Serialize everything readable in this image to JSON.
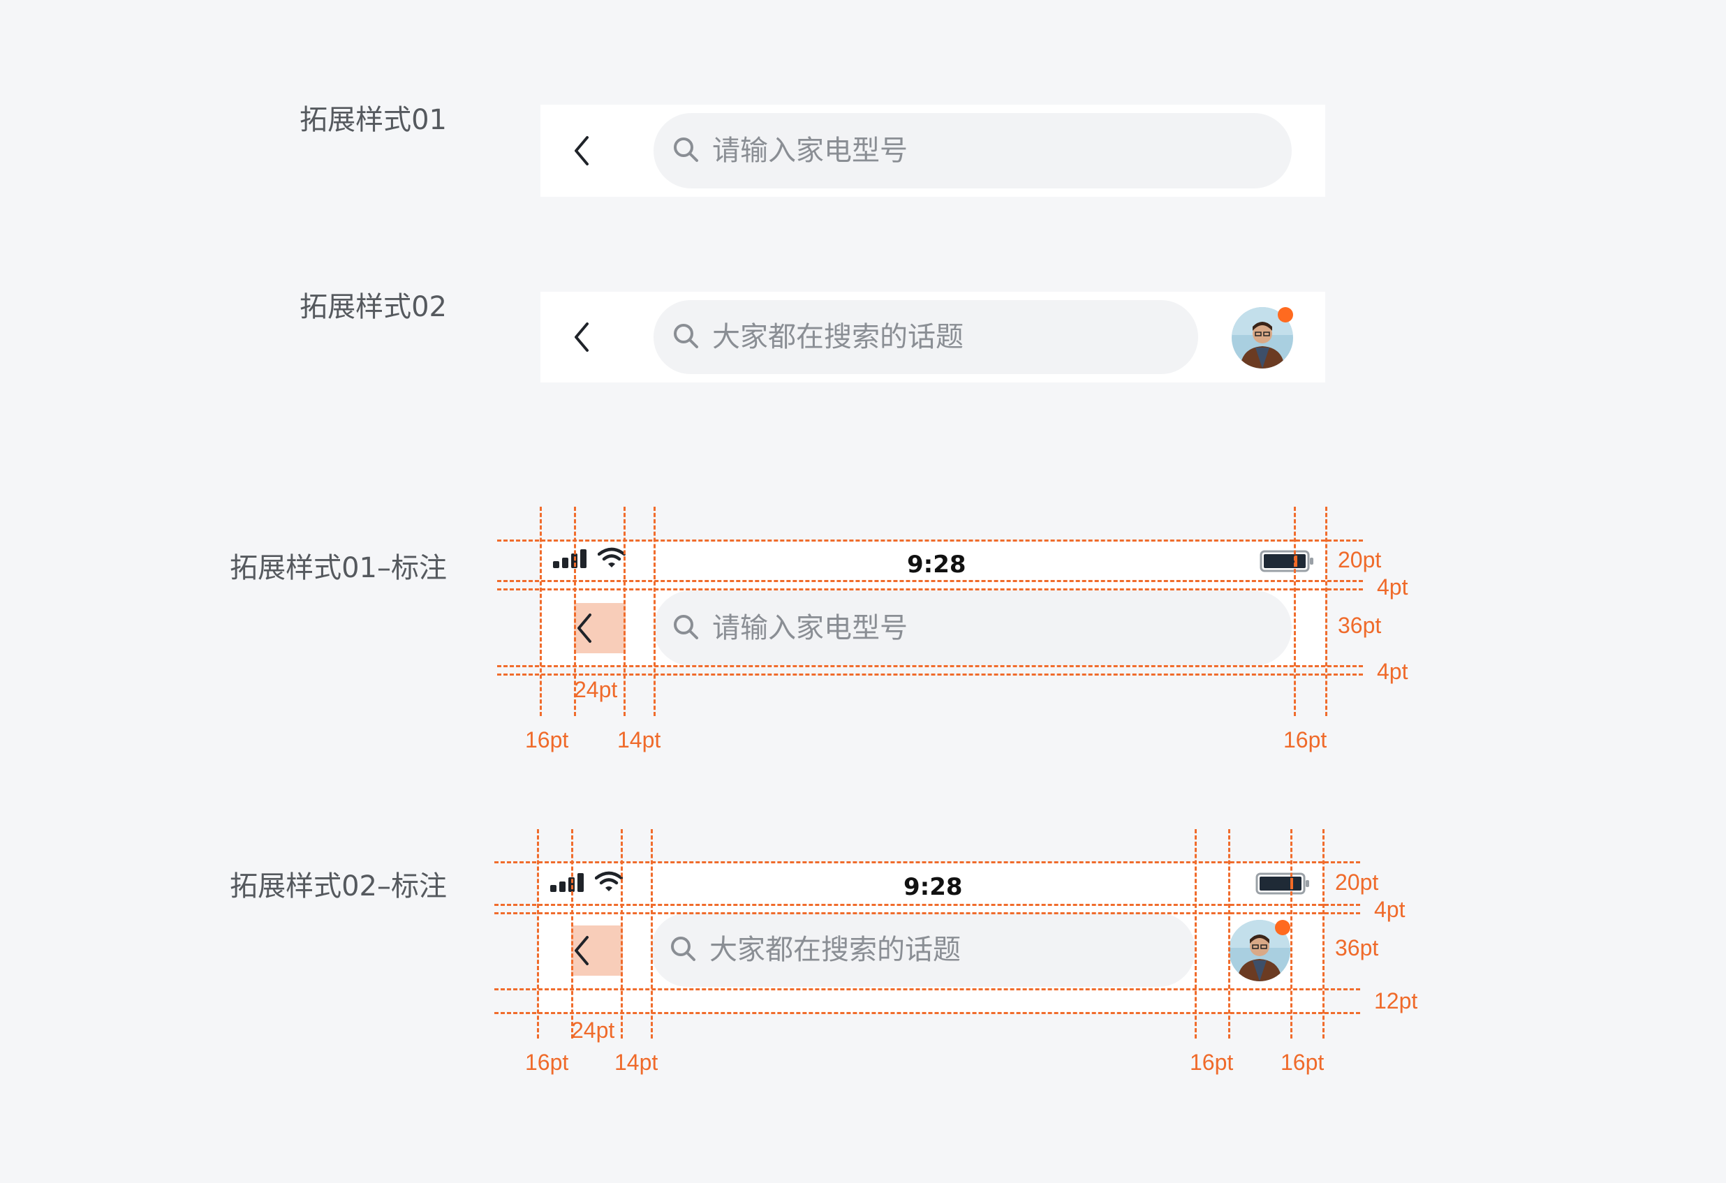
{
  "labels": {
    "style01": "拓展样式01",
    "style02": "拓展样式02",
    "style01_annot": "拓展样式01–标注",
    "style02_annot": "拓展样式02–标注"
  },
  "search": {
    "placeholder_appliance": "请输入家电型号",
    "placeholder_topics": "大家都在搜索的话题"
  },
  "status_bar": {
    "time": "9:28"
  },
  "annotations": {
    "status_height": "20pt",
    "gap_top": "4pt",
    "nav_height": "36pt",
    "gap_bottom_01": "4pt",
    "gap_bottom_02": "12pt",
    "back_width": "24pt",
    "margin_left": "16pt",
    "back_search_gap": "14pt",
    "margin_right": "16pt",
    "search_avatar_gap": "16pt"
  },
  "colors": {
    "accent": "#f06c2c",
    "highlight": "#f8cdb9",
    "notify_dot": "#ff6a1f",
    "search_bg": "#f2f3f5"
  },
  "icons": [
    "back-chevron-icon",
    "search-icon",
    "signal-icon",
    "wifi-icon",
    "battery-icon",
    "avatar-icon"
  ]
}
